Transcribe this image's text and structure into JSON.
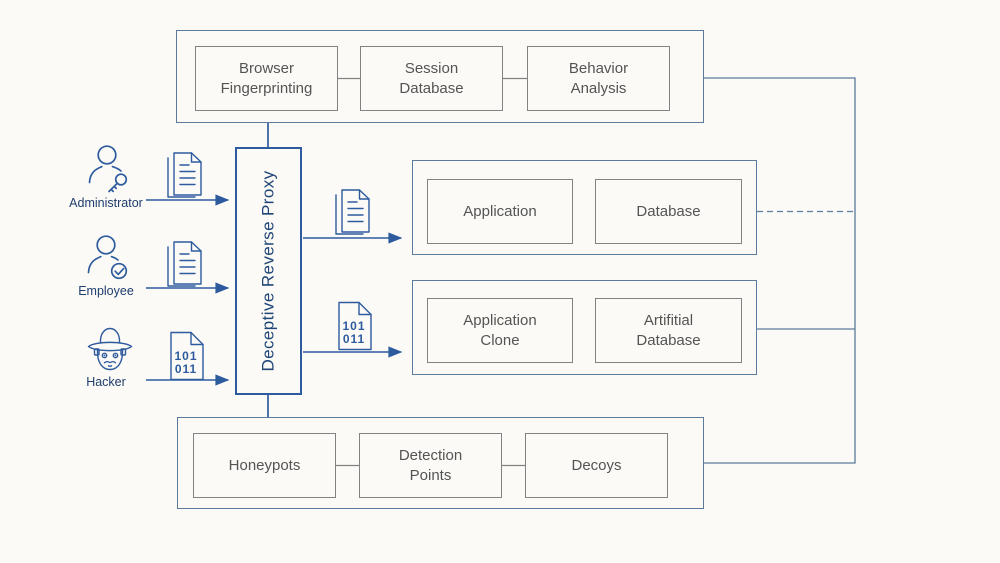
{
  "colors": {
    "background": "#fbfaf6",
    "container_border": "#5b7b9c",
    "inner_node_border": "#828282",
    "inner_node_text": "#545454",
    "accent_blue": "#2e5b9e",
    "dark_blue_text": "#1f3d6d",
    "proxy_text": "#1f4576"
  },
  "top_group": {
    "items": [
      {
        "label": "Browser Fingerprinting"
      },
      {
        "label": "Session Database"
      },
      {
        "label": "Behavior Analysis"
      }
    ]
  },
  "proxy": {
    "label": "Deceptive Reverse Proxy"
  },
  "actors": [
    {
      "label": "Administrator",
      "icon": "user-with-key-icon",
      "document": "text-document-icon"
    },
    {
      "label": "Employee",
      "icon": "user-with-check-icon",
      "document": "text-document-icon"
    },
    {
      "label": "Hacker",
      "icon": "hacker-face-icon",
      "document": "binary-document-icon"
    }
  ],
  "binary_doc": {
    "line1": "101",
    "line2": "011"
  },
  "real_zone": {
    "items": [
      {
        "label": "Application"
      },
      {
        "label": "Database"
      }
    ]
  },
  "decoy_zone": {
    "items": [
      {
        "label": "Application Clone"
      },
      {
        "label": "Artifitial Database"
      }
    ]
  },
  "bottom_group": {
    "items": [
      {
        "label": "Honeypots"
      },
      {
        "label": "Detection Points"
      },
      {
        "label": "Decoys"
      }
    ]
  }
}
